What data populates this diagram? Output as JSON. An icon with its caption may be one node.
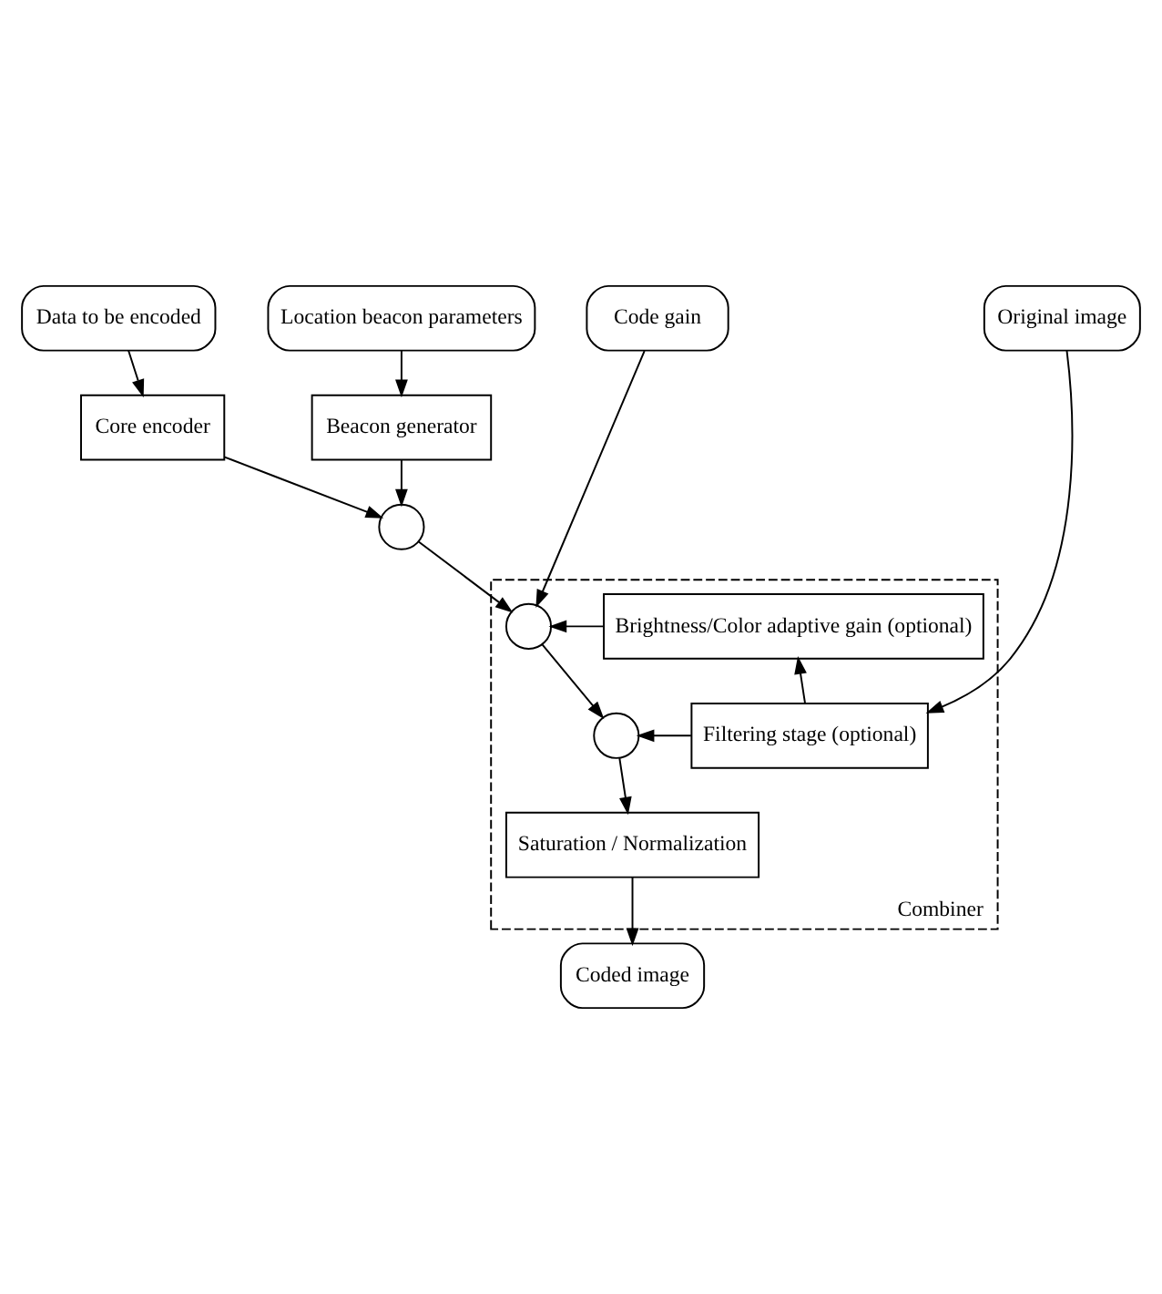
{
  "diagram": {
    "nodes": [
      {
        "text": [
          "Code gain"
        ]
      },
      {
        "text": [
          "Data to be encoded"
        ]
      },
      {
        "text": [
          "Location beacon parameters"
        ]
      },
      {
        "text": [
          "Original image"
        ]
      },
      {
        "text": [
          "Core encoder"
        ]
      },
      {
        "text": [
          "Beacon generator"
        ]
      },
      {
        "text": [],
        "shape": "circle"
      },
      {
        "text": [
          "Combiner"
        ]
      },
      {
        "text": [],
        "shape": "circle",
        "in": 7
      },
      {
        "text": [
          "Brightness/Color adaptive gain (optional)"
        ],
        "in": 7
      },
      {
        "text": [],
        "shape": "circle",
        "in": 7
      },
      {
        "text": [
          "Filtering stage (optional)"
        ],
        "in": 7
      },
      {
        "text": [
          "Saturation / Normalization"
        ],
        "in": 7
      },
      {
        "text": [
          "Coded image"
        ]
      }
    ],
    "edges": [
      {
        "from": 1,
        "to": 4,
        "arrow": "to"
      },
      {
        "from": 2,
        "to": 5,
        "arrow": "to"
      },
      {
        "from": 4,
        "to": 6,
        "arrow": "to"
      },
      {
        "from": 5,
        "to": 6,
        "arrow": "to"
      },
      {
        "from": 6,
        "to": 8,
        "arrow": "to"
      },
      {
        "from": 0,
        "to": 8,
        "arrow": "to"
      },
      {
        "from": 9,
        "to": 8,
        "arrow": "to"
      },
      {
        "from": 8,
        "to": 10,
        "arrow": "to"
      },
      {
        "from": 11,
        "to": 10,
        "arrow": "to"
      },
      {
        "from": 11,
        "to": 9,
        "arrow": "to"
      },
      {
        "from": 3,
        "to": 11,
        "arrow": "to"
      },
      {
        "from": 10,
        "to": 12,
        "arrow": "to"
      },
      {
        "from": 12,
        "to": 13,
        "arrow": "to"
      }
    ]
  }
}
